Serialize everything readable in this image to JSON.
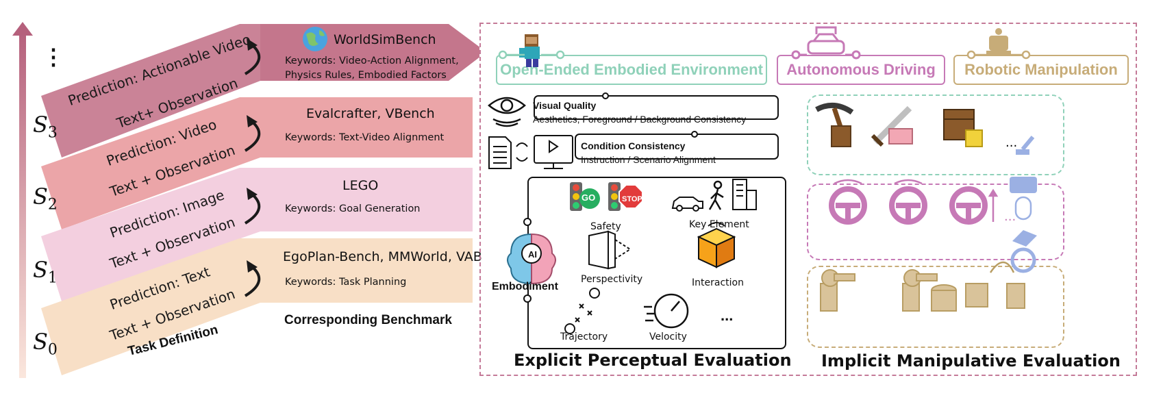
{
  "left_panel": {
    "ellipsis": "⋮",
    "stages": [
      {
        "letter": "S",
        "index": "3"
      },
      {
        "letter": "S",
        "index": "2"
      },
      {
        "letter": "S",
        "index": "1"
      },
      {
        "letter": "S",
        "index": "0"
      }
    ],
    "steps": [
      {
        "prediction": "Prediction: Actionable Video",
        "observation": "Text+ Observation",
        "bench_title": "WorldSimBench",
        "bench_keywords_1": "Keywords: Video-Action Alignment,",
        "bench_keywords_2": "Physics Rules, Embodied Factors"
      },
      {
        "prediction": "Prediction: Video",
        "observation": "Text + Observation",
        "bench_title": "Evalcrafter, VBench",
        "bench_keywords_1": "Keywords: Text-Video Alignment"
      },
      {
        "prediction": "Prediction: Image",
        "observation": "Text + Observation",
        "bench_title": "LEGO",
        "bench_keywords_1": "Keywords: Goal Generation"
      },
      {
        "prediction": "Prediction: Text",
        "observation": "Text + Observation",
        "bench_title": "EgoPlan-Bench, MMWorld, VAB",
        "bench_keywords_1": "Keywords: Task Planning"
      }
    ],
    "task_definition": "Task Definition",
    "corresponding_benchmark": "Corresponding Benchmark"
  },
  "environments": {
    "oe": "Open-Ended Embodied Environment",
    "ad": "Autonomous Driving",
    "rm": "Robotic Manipulation"
  },
  "explicit": {
    "visual_quality_title": "Visual Quality",
    "visual_quality_sub": "Aesthetics, Foreground / Background Consistency",
    "condition_title": "Condition Consistency",
    "condition_sub": "Instruction / Scenario Alignment",
    "embodiment": "Embodiment",
    "ai": "AI",
    "go": "GO",
    "stop": "STOP",
    "safety": "Safety",
    "key_element": "Key Element",
    "perspectivity": "Perspectivity",
    "interaction": "Interaction",
    "trajectory": "Trajectory",
    "velocity": "Velocity",
    "more": "...",
    "heading": "Explicit Perceptual Evaluation"
  },
  "implicit": {
    "more_mc": "...",
    "more_ad": "...",
    "heading": "Implicit Manipulative Evaluation"
  },
  "colors": {
    "s3": "#c4768c",
    "s2": "#e8999a",
    "s1": "#f2cadb",
    "s0": "#f7dcc1",
    "oe": "#8fd1b9",
    "ad": "#c679b6",
    "rm": "#c7ac78",
    "frame": "#c47a98"
  }
}
